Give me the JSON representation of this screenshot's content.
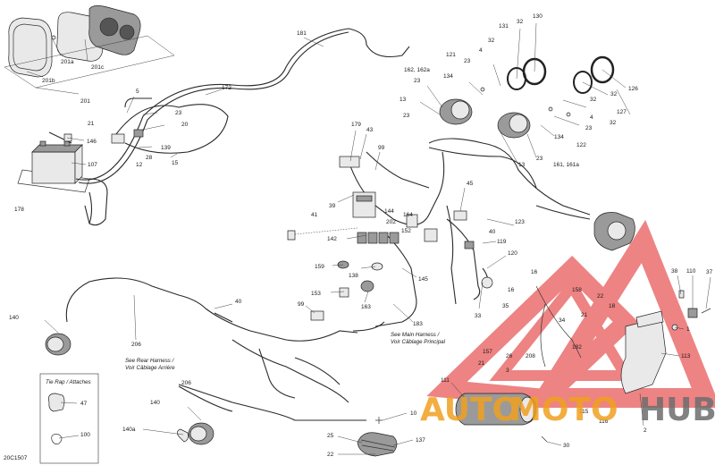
{
  "diagram": {
    "code": "20C1507",
    "colors": {
      "line": "#222222",
      "watermark_red": "#e85a5a",
      "watermark_orange": "#f0a020",
      "watermark_gray": "#6d6d6d"
    },
    "callouts": [
      {
        "id": "c201a",
        "text": "201a"
      },
      {
        "id": "c201b",
        "text": "201b"
      },
      {
        "id": "c201c",
        "text": "201c"
      },
      {
        "id": "c201",
        "text": "201"
      },
      {
        "id": "c5",
        "text": "5"
      },
      {
        "id": "c172",
        "text": "172"
      },
      {
        "id": "c181",
        "text": "181"
      },
      {
        "id": "c23a",
        "text": "23"
      },
      {
        "id": "c20",
        "text": "20"
      },
      {
        "id": "c139",
        "text": "139"
      },
      {
        "id": "c12",
        "text": "12"
      },
      {
        "id": "c28",
        "text": "28"
      },
      {
        "id": "c15",
        "text": "15"
      },
      {
        "id": "c21",
        "text": "21"
      },
      {
        "id": "c146",
        "text": "146"
      },
      {
        "id": "c107",
        "text": "107"
      },
      {
        "id": "c178",
        "text": "178"
      },
      {
        "id": "c179",
        "text": "179"
      },
      {
        "id": "c43",
        "text": "43"
      },
      {
        "id": "c99a",
        "text": "99"
      },
      {
        "id": "c39",
        "text": "39"
      },
      {
        "id": "c41",
        "text": "41"
      },
      {
        "id": "c144",
        "text": "144"
      },
      {
        "id": "c202",
        "text": "202"
      },
      {
        "id": "c164",
        "text": "164"
      },
      {
        "id": "c152",
        "text": "152"
      },
      {
        "id": "c142",
        "text": "142"
      },
      {
        "id": "c159",
        "text": "159"
      },
      {
        "id": "c138",
        "text": "138"
      },
      {
        "id": "c145",
        "text": "145"
      },
      {
        "id": "c153",
        "text": "153"
      },
      {
        "id": "c163",
        "text": "163"
      },
      {
        "id": "c99b",
        "text": "99"
      },
      {
        "id": "c183",
        "text": "183"
      },
      {
        "id": "c45",
        "text": "45"
      },
      {
        "id": "c123",
        "text": "123"
      },
      {
        "id": "c40a",
        "text": "40"
      },
      {
        "id": "c119",
        "text": "119"
      },
      {
        "id": "c120",
        "text": "120"
      },
      {
        "id": "c33",
        "text": "33"
      },
      {
        "id": "c162",
        "text": "162, 162a"
      },
      {
        "id": "c23b",
        "text": "23"
      },
      {
        "id": "c134a",
        "text": "134"
      },
      {
        "id": "c121",
        "text": "121"
      },
      {
        "id": "c23c",
        "text": "23"
      },
      {
        "id": "c4a",
        "text": "4"
      },
      {
        "id": "c32a",
        "text": "32"
      },
      {
        "id": "c131",
        "text": "131"
      },
      {
        "id": "c32b",
        "text": "32"
      },
      {
        "id": "c130",
        "text": "130"
      },
      {
        "id": "c13a",
        "text": "13"
      },
      {
        "id": "c23d",
        "text": "23"
      },
      {
        "id": "c13b",
        "text": "13"
      },
      {
        "id": "c23e",
        "text": "23"
      },
      {
        "id": "c161",
        "text": "161, 161a"
      },
      {
        "id": "c134b",
        "text": "134"
      },
      {
        "id": "c122",
        "text": "122"
      },
      {
        "id": "c23f",
        "text": "23"
      },
      {
        "id": "c4b",
        "text": "4"
      },
      {
        "id": "c32c",
        "text": "32"
      },
      {
        "id": "c127",
        "text": "127"
      },
      {
        "id": "c32d",
        "text": "32"
      },
      {
        "id": "c126",
        "text": "126"
      },
      {
        "id": "c32e",
        "text": "32"
      },
      {
        "id": "c140a",
        "text": "140"
      },
      {
        "id": "c206a",
        "text": "206"
      },
      {
        "id": "c40b",
        "text": "40"
      },
      {
        "id": "c206b",
        "text": "206"
      },
      {
        "id": "c140b",
        "text": "140"
      },
      {
        "id": "c140c",
        "text": "140a"
      },
      {
        "id": "c47",
        "text": "47"
      },
      {
        "id": "c100",
        "text": "100"
      },
      {
        "id": "c10",
        "text": "10"
      },
      {
        "id": "c137",
        "text": "137"
      },
      {
        "id": "c25",
        "text": "25"
      },
      {
        "id": "c22a",
        "text": "22"
      },
      {
        "id": "c111",
        "text": "111"
      },
      {
        "id": "c30",
        "text": "30"
      },
      {
        "id": "c115",
        "text": "115"
      },
      {
        "id": "c116",
        "text": "116"
      },
      {
        "id": "c2",
        "text": "2"
      },
      {
        "id": "c113",
        "text": "113"
      },
      {
        "id": "c1",
        "text": "1"
      },
      {
        "id": "c38",
        "text": "38"
      },
      {
        "id": "c110",
        "text": "110"
      },
      {
        "id": "c37",
        "text": "37"
      },
      {
        "id": "c16a",
        "text": "16"
      },
      {
        "id": "c158",
        "text": "158"
      },
      {
        "id": "c16b",
        "text": "16"
      },
      {
        "id": "c22b",
        "text": "22"
      },
      {
        "id": "c35",
        "text": "35"
      },
      {
        "id": "c21b",
        "text": "21"
      },
      {
        "id": "c18",
        "text": "18"
      },
      {
        "id": "c34",
        "text": "34"
      },
      {
        "id": "c182",
        "text": "182"
      },
      {
        "id": "c157",
        "text": "157"
      },
      {
        "id": "c26",
        "text": "26"
      },
      {
        "id": "c3",
        "text": "3"
      },
      {
        "id": "c21c",
        "text": "21"
      },
      {
        "id": "c208",
        "text": "208"
      }
    ],
    "notes": {
      "rear_harness_1": "See Rear Harness /",
      "rear_harness_2": "Voir Câblage Arrière",
      "main_harness_1": "See Main Harness /",
      "main_harness_2": "Voir Câblage Principal",
      "tie_rap_title": "Tie Rap / Attaches"
    }
  },
  "watermark": {
    "part1": "AUTO",
    "part2": "MOTO",
    "part3": "HUB"
  }
}
